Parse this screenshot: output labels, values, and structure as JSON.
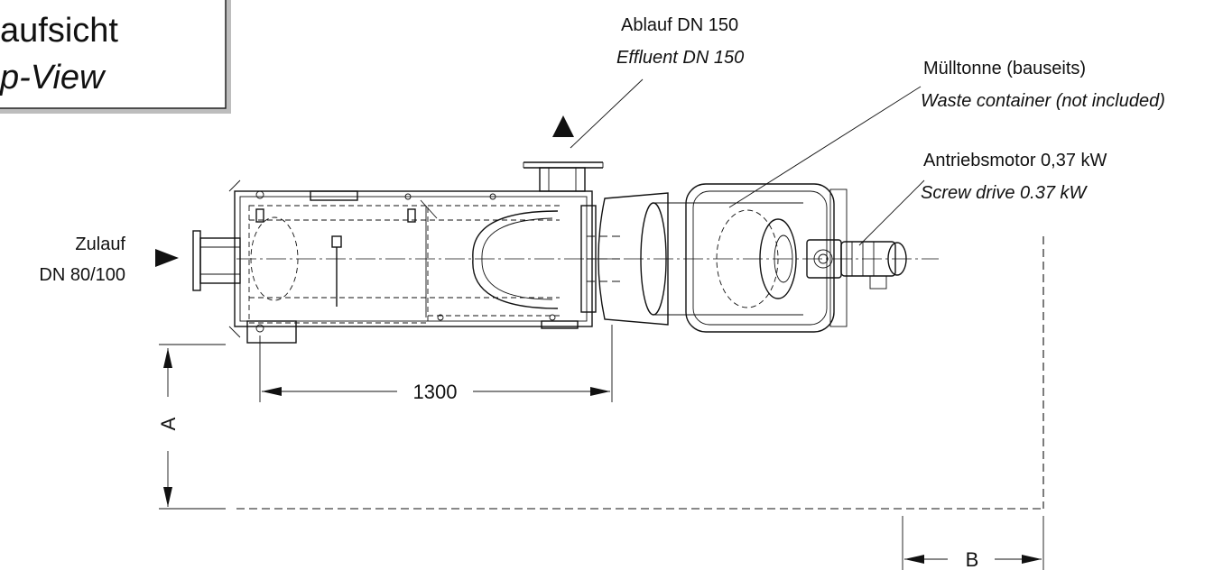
{
  "title_box": {
    "title_de": "aufsicht",
    "title_en": "p-View"
  },
  "labels": {
    "outlet_de": "Ablauf DN 150",
    "outlet_en": "Effluent DN 150",
    "waste_de": "Mülltonne (bauseits)",
    "waste_en": "Waste container (not included)",
    "motor_de": "Antriebsmotor 0,37 kW",
    "motor_en": "Screw drive 0.37 kW",
    "inlet_de": "Zulauf",
    "inlet_size": "DN 80/100"
  },
  "dimensions": {
    "length": "1300",
    "dim_a": "A",
    "dim_b": "B"
  }
}
